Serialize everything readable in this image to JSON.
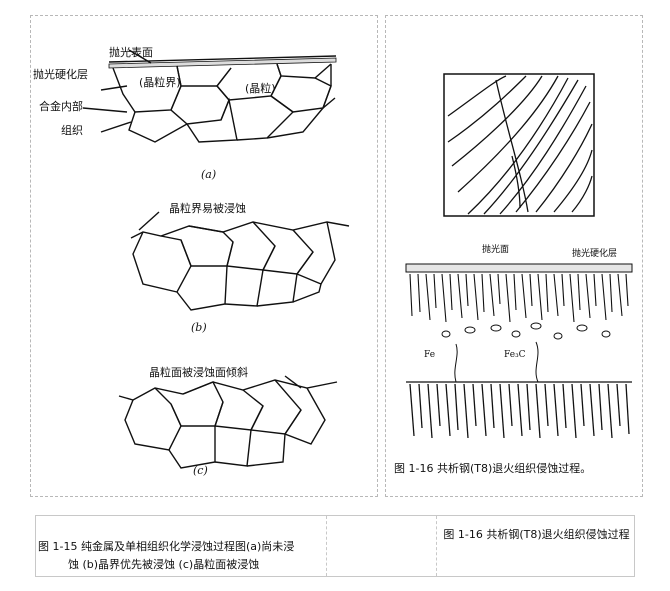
{
  "left_figure": {
    "a": {
      "polished_surface": "抛光表面",
      "hardened_layer": "抛光硬化层",
      "alloy_interior": "合金内部",
      "structure": "组织",
      "grain_boundary": "(晶粒界)",
      "grain": "(晶粒)",
      "sublabel": "(a)"
    },
    "b": {
      "annotation": "晶粒界易被浸蚀",
      "sublabel": "(b)"
    },
    "c": {
      "annotation": "晶粒面被浸蚀面倾斜",
      "sublabel": "(c)"
    }
  },
  "right_figure": {
    "polish_surface": "抛光面",
    "hardened_layer": "抛光硬化层",
    "fe_label": "Fe",
    "fe3c_label": "Fe₃C",
    "inline_caption": "图 1-16  共析钢(T8)退火组织侵蚀过程。"
  },
  "captions": {
    "fig15_line1": "图 1-15 纯金属及单相组织化学浸蚀过程图(a)尚未浸",
    "fig15_line2": "蚀 (b)晶界优先被浸蚀 (c)晶粒面被浸蚀",
    "fig16": "图 1-16 共析钢(T8)退火组织侵蚀过程"
  }
}
